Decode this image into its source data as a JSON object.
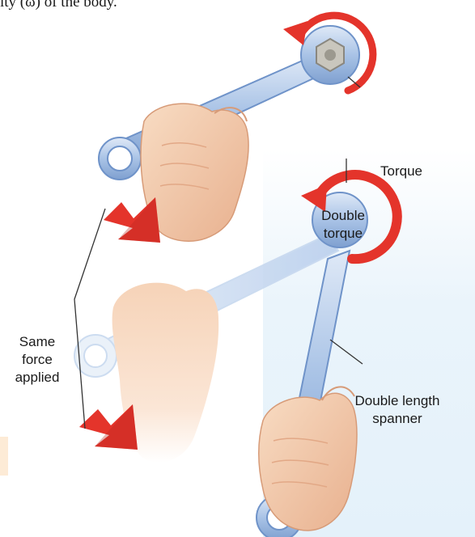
{
  "header": {
    "partial_text": "ity (ω) of the body."
  },
  "labels": {
    "torque": "Torque",
    "double_torque_line1": "Double",
    "double_torque_line2": "torque",
    "same_force_line1": "Same",
    "same_force_line2": "force",
    "same_force_line3": "applied",
    "double_length_line1": "Double length",
    "double_length_line2": "spanner"
  },
  "colors": {
    "arrow_red": "#e4342b",
    "spanner_blue": "#a9c3e6",
    "spanner_outline": "#6f93c9",
    "skin": "#f3c9a8",
    "skin_shadow": "#e2a886",
    "leader_line": "#333333",
    "highlight_bg": "#fdebd6"
  },
  "icons": [
    "rotation-arrow-icon",
    "force-arrow-icon",
    "spanner-icon",
    "hand-icon"
  ]
}
